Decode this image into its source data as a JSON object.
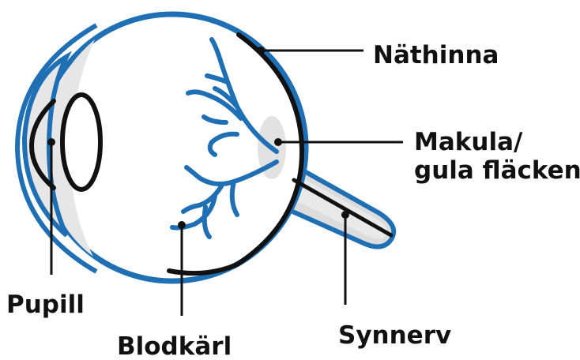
{
  "labels": {
    "nathinna": "Näthinna",
    "makula_line1": "Makula/",
    "makula_line2": "gula fläcken",
    "pupill": "Pupill",
    "blodkarl": "Blodkärl",
    "synnerv": "Synnerv"
  },
  "colors": {
    "outline_blue": "#1f6fb5",
    "vessel_blue": "#1f6fb5",
    "tissue_gray": "#e6e6e6",
    "line_black": "#111111",
    "background": "#ffffff"
  }
}
